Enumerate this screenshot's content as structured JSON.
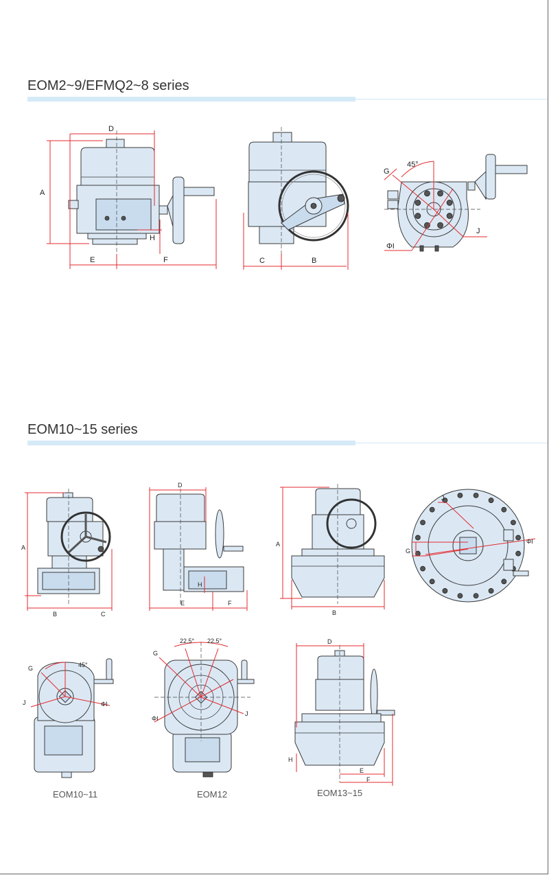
{
  "sections": [
    {
      "title": "EOM2~9/EFMQ2~8 series",
      "figures": [
        {
          "view": "front",
          "dims": {
            "A": "A",
            "D": "D",
            "E": "E",
            "F": "F",
            "H": "H"
          }
        },
        {
          "view": "side",
          "dims": {
            "B": "B",
            "C": "C"
          }
        },
        {
          "view": "bottom",
          "dims": {
            "G": "G",
            "angle": "45°",
            "J": "J",
            "PhiI": "ΦI"
          }
        }
      ]
    },
    {
      "title": "EOM10~15 series",
      "figures": [
        {
          "view": "front",
          "dims": {
            "A": "A",
            "B": "B",
            "C": "C"
          }
        },
        {
          "view": "side",
          "dims": {
            "D": "D",
            "H": "H",
            "E": "E",
            "F": "F"
          }
        },
        {
          "view": "front-large",
          "dims": {
            "A": "A",
            "B": "B"
          }
        },
        {
          "view": "bottom-large",
          "dims": {
            "J": "J",
            "G": "G",
            "PhiI": "ΦI"
          }
        },
        {
          "view": "bottom",
          "caption": "EOM10~11",
          "dims": {
            "G": "G",
            "angle": "45°",
            "J": "J",
            "PhiI": "ΦI"
          }
        },
        {
          "view": "bottom",
          "caption": "EOM12",
          "dims": {
            "angle1": "22.5°",
            "angle2": "22.5°",
            "G": "G",
            "PhiI": "ΦI",
            "J": "J"
          }
        },
        {
          "view": "front",
          "caption": "EOM13~15",
          "dims": {
            "D": "D",
            "H": "H",
            "E": "E",
            "F": "F"
          }
        }
      ]
    }
  ],
  "colors": {
    "body": "#dbe8f4",
    "dimension": "#e4282c",
    "bar": "#d5eaf7"
  }
}
